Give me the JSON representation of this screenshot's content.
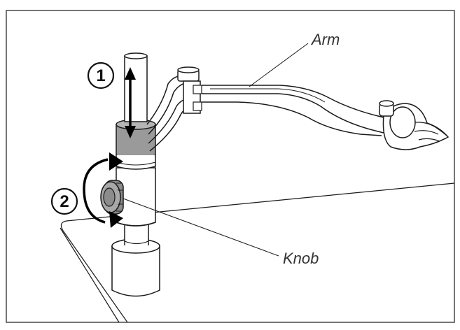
{
  "labels": {
    "arm": "Arm",
    "knob": "Knob"
  },
  "steps": [
    {
      "number": "1"
    },
    {
      "number": "2"
    }
  ],
  "colors": {
    "outline": "#1a1a1a",
    "collar_gray": "#9a9a9a",
    "knob_gray": "#8c8c8c",
    "background": "#ffffff"
  }
}
